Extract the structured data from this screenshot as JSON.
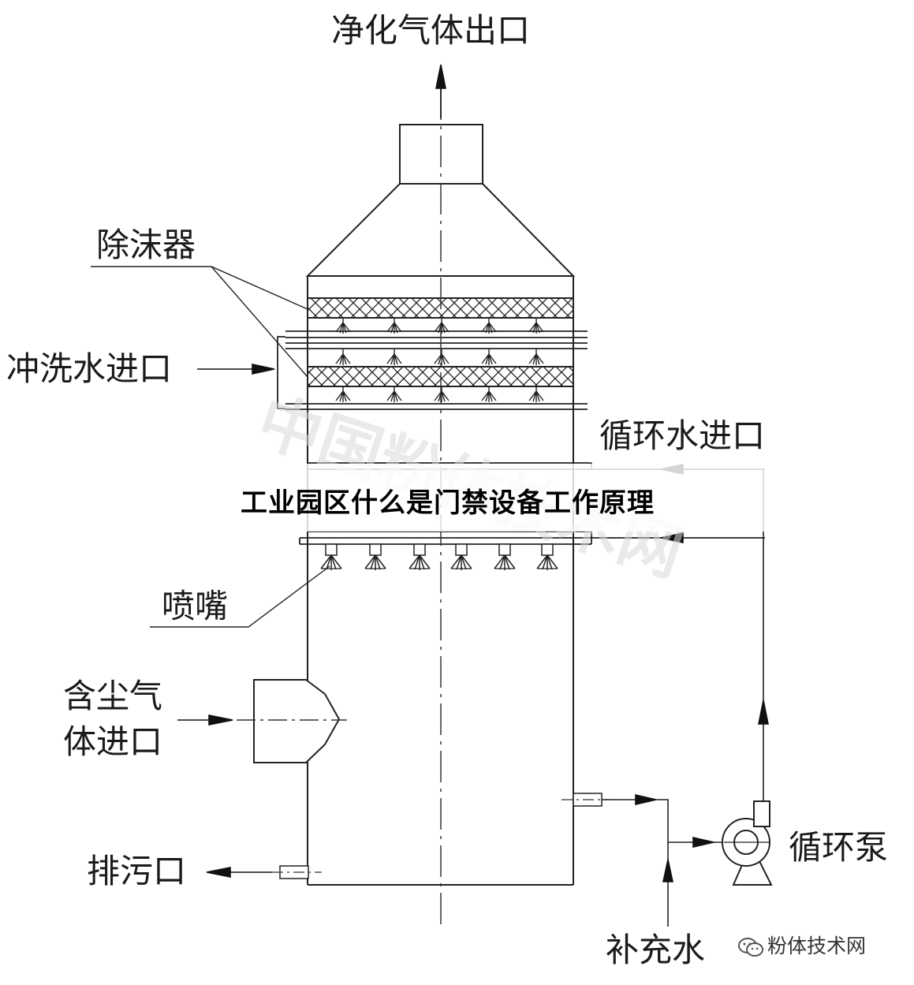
{
  "labels": {
    "clean_gas_outlet": "净化气体出口",
    "demister": "除沫器",
    "wash_water_inlet": "冲洗水进口",
    "circulating_water_inlet": "循环水进口",
    "nozzle": "喷嘴",
    "dusty_gas_inlet_line1": "含尘气",
    "dusty_gas_inlet_line2": "体进口",
    "drain_outlet": "排污口",
    "circulating_pump": "循环泵",
    "makeup_water": "补充水"
  },
  "overlay": {
    "caption": "工业园区什么是门禁设备工作原理",
    "watermark": "中国粉体技术网",
    "source_badge": "粉体技术网"
  },
  "icons": [
    "wechat-icon"
  ]
}
